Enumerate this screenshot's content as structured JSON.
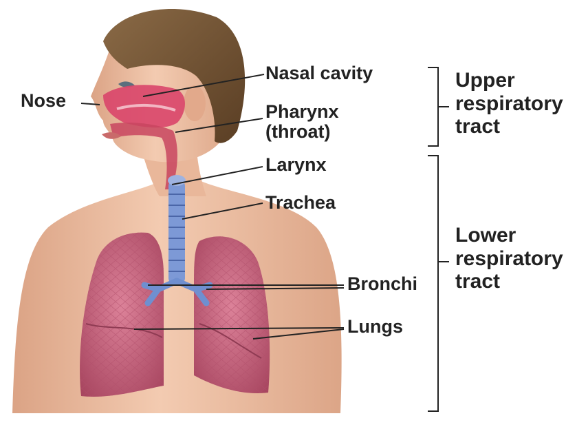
{
  "labels": {
    "nose": "Nose",
    "nasal_cavity": "Nasal cavity",
    "pharynx_line1": "Pharynx",
    "pharynx_line2": "(throat)",
    "larynx": "Larynx",
    "trachea": "Trachea",
    "bronchi": "Bronchi",
    "lungs": "Lungs"
  },
  "groups": {
    "upper": [
      "Upper",
      "respiratory",
      "tract"
    ],
    "lower": [
      "Lower",
      "respiratory",
      "tract"
    ]
  },
  "colors": {
    "skin": "#f0c4a8",
    "skin_shadow": "#d99a7c",
    "hair": "#6e5032",
    "lung": "#c25b77",
    "airway_blue": "#6f8fd0",
    "nasal": "#d9456a",
    "leader_line": "#222222"
  }
}
